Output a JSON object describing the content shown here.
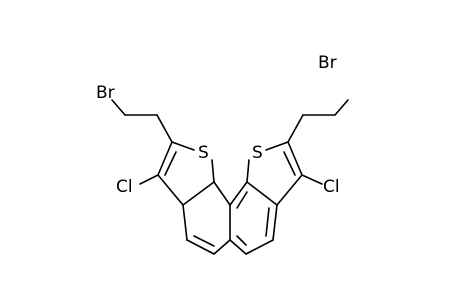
{
  "molecule": {
    "atoms": {
      "br_left": "Br",
      "br_right": "Br",
      "s_left": "S",
      "s_right": "S",
      "cl_left": "Cl",
      "cl_right": "Cl"
    }
  }
}
